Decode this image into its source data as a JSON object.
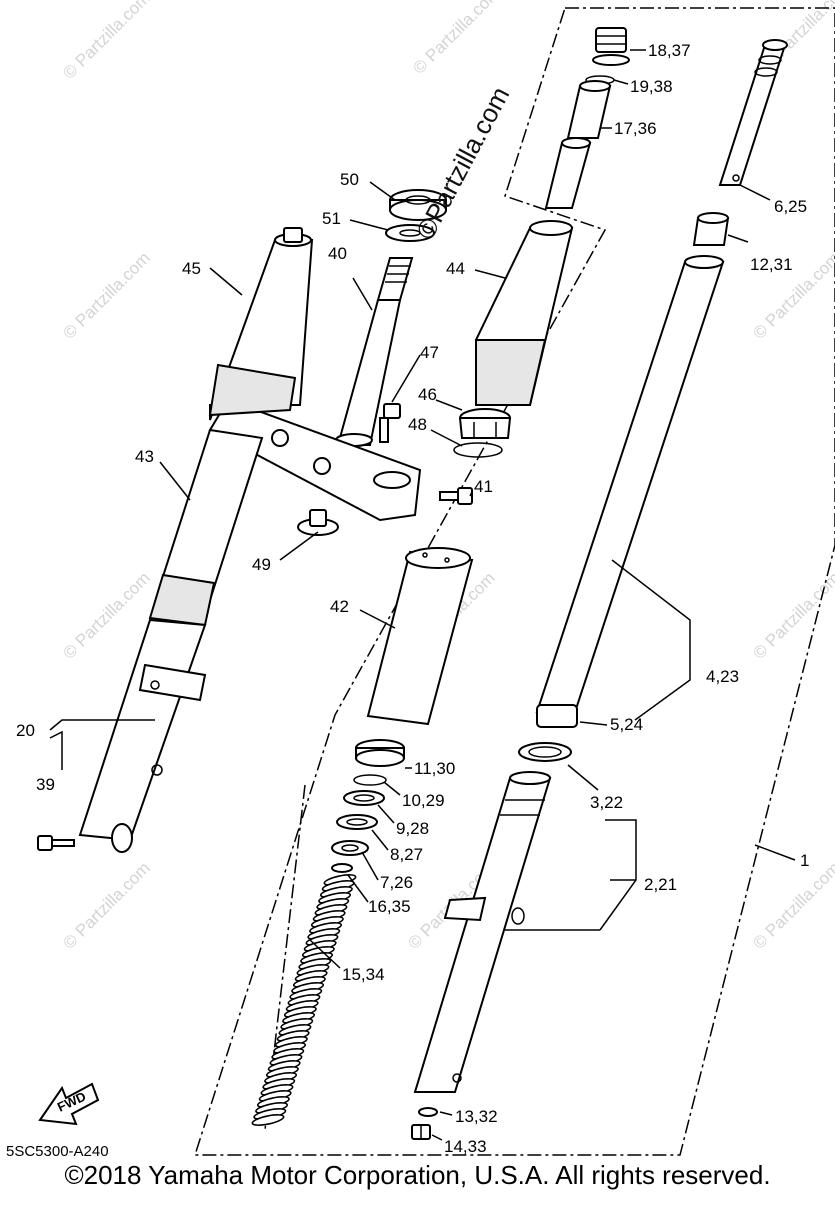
{
  "diagram": {
    "code": "5SC5300-A240",
    "copyright": "©2018 Yamaha Motor Corporation, U.S.A. All rights reserved.",
    "brand_watermark": "©Partzilla.com",
    "watermark_text": "© Partzilla.com",
    "fwd_label": "FWD",
    "callouts": {
      "c1": "1",
      "c2_21": "2,21",
      "c3_22": "3,22",
      "c4_23": "4,23",
      "c5_24": "5,24",
      "c6_25": "6,25",
      "c7_26": "7,26",
      "c8_27": "8,27",
      "c9_28": "9,28",
      "c10_29": "10,29",
      "c11_30": "11,30",
      "c12_31": "12,31",
      "c13_32": "13,32",
      "c14_33": "14,33",
      "c15_34": "15,34",
      "c16_35": "16,35",
      "c17_36": "17,36",
      "c18_37": "18,37",
      "c19_38": "19,38",
      "c20": "20",
      "c39": "39",
      "c40": "40",
      "c41": "41",
      "c42": "42",
      "c43": "43",
      "c44": "44",
      "c45": "45",
      "c46": "46",
      "c47": "47",
      "c48": "48",
      "c49": "49",
      "c50": "50",
      "c51": "51"
    }
  }
}
